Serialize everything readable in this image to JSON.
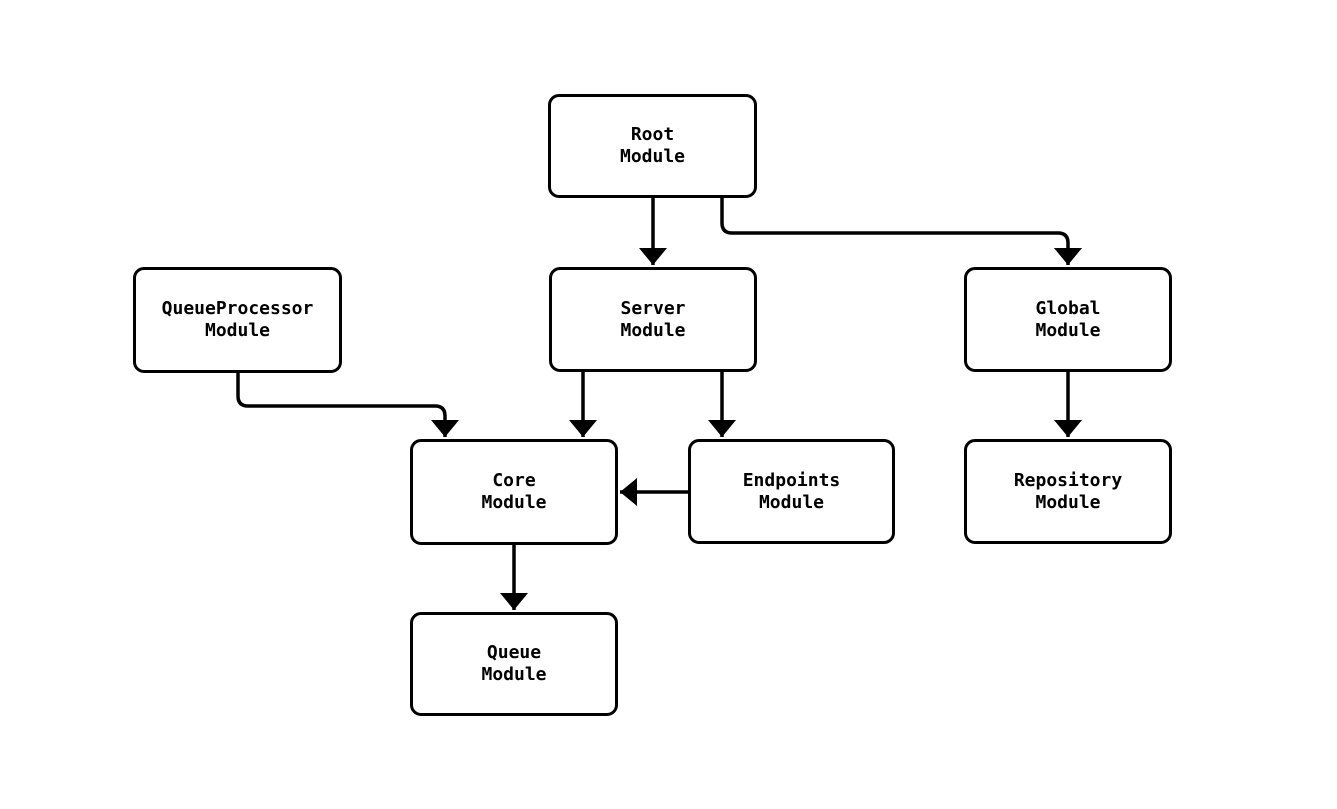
{
  "diagram": {
    "type": "module-dependency-flowchart",
    "background_color": "#ffffff",
    "node_fill": "#ffffff",
    "node_border_color": "#000000",
    "edge_color": "#000000",
    "text_color": "#000000",
    "nodes": {
      "root": {
        "label": "Root\nModule"
      },
      "queueprocessor": {
        "label": "QueueProcessor\nModule"
      },
      "server": {
        "label": "Server\nModule"
      },
      "global": {
        "label": "Global\nModule"
      },
      "core": {
        "label": "Core\nModule"
      },
      "endpoints": {
        "label": "Endpoints\nModule"
      },
      "repository": {
        "label": "Repository\nModule"
      },
      "queue": {
        "label": "Queue\nModule"
      }
    },
    "edges": [
      {
        "from": "root",
        "to": "server"
      },
      {
        "from": "root",
        "to": "global"
      },
      {
        "from": "queueprocessor",
        "to": "core"
      },
      {
        "from": "server",
        "to": "core"
      },
      {
        "from": "server",
        "to": "endpoints"
      },
      {
        "from": "endpoints",
        "to": "core"
      },
      {
        "from": "global",
        "to": "repository"
      },
      {
        "from": "core",
        "to": "queue"
      }
    ]
  }
}
